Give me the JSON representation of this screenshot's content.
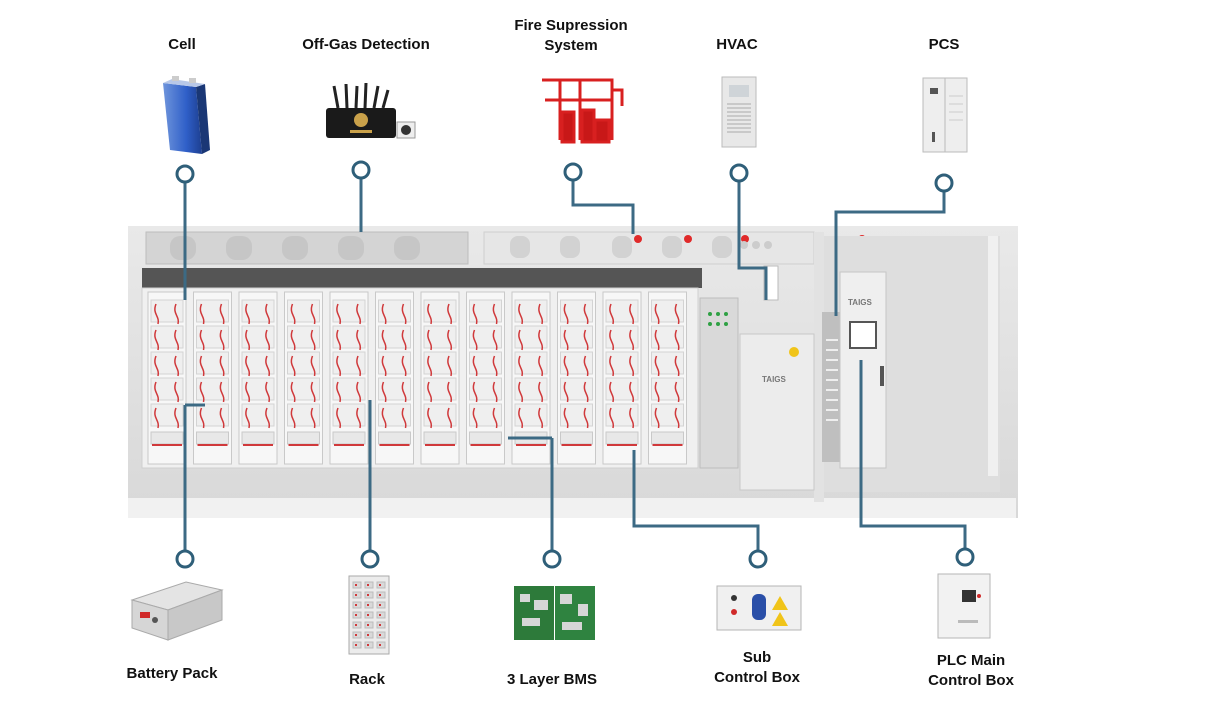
{
  "top_components": [
    {
      "label": "Cell",
      "icon": "battery-cell-icon"
    },
    {
      "label": "Off-Gas Detection",
      "icon": "gas-detector-icon"
    },
    {
      "label_line1": "Fire Supression",
      "label_line2": "System",
      "icon": "fire-suppression-icon"
    },
    {
      "label": "HVAC",
      "icon": "air-conditioner-icon"
    },
    {
      "label": "PCS",
      "icon": "power-converter-icon"
    }
  ],
  "bottom_components": [
    {
      "label": "Battery Pack",
      "icon": "battery-pack-icon"
    },
    {
      "label": "Rack",
      "icon": "battery-rack-icon"
    },
    {
      "label": "3 Layer BMS",
      "icon": "circuit-board-icon"
    },
    {
      "label_line1": "Sub",
      "label_line2": "Control Box",
      "icon": "control-box-icon"
    },
    {
      "label_line1": "PLC Main",
      "label_line2": "Control Box",
      "icon": "plc-cabinet-icon"
    }
  ],
  "container": {
    "brand": "TAIGS"
  },
  "colors": {
    "leader": "#3c6a84",
    "pin": "#2f5f79",
    "rack_wire": "#d0393b",
    "fire_red": "#e02a2a"
  }
}
